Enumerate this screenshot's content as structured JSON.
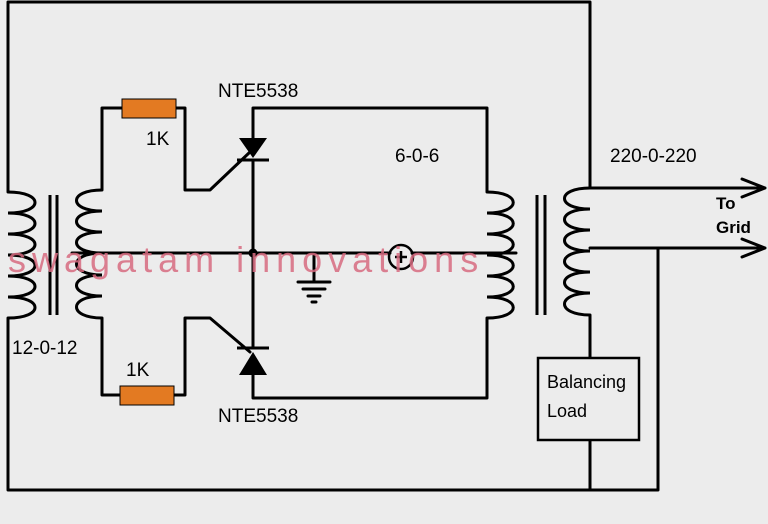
{
  "labels": {
    "scr_top": "NTE5538",
    "scr_bottom": "NTE5538",
    "resistor_top": "1K",
    "resistor_bottom": "1K",
    "primary_transformer": "12-0-12",
    "secondary_primary": "6-0-6",
    "output_transformer": "220-0-220",
    "to": "To",
    "grid": "Grid",
    "balancing_line1": "Balancing",
    "balancing_line2": "Load"
  },
  "watermark": "swagatam innovations",
  "colors": {
    "wire": "#000000",
    "resistor": "#e37a22",
    "background": "#ececec",
    "watermark": "#d86b80"
  }
}
